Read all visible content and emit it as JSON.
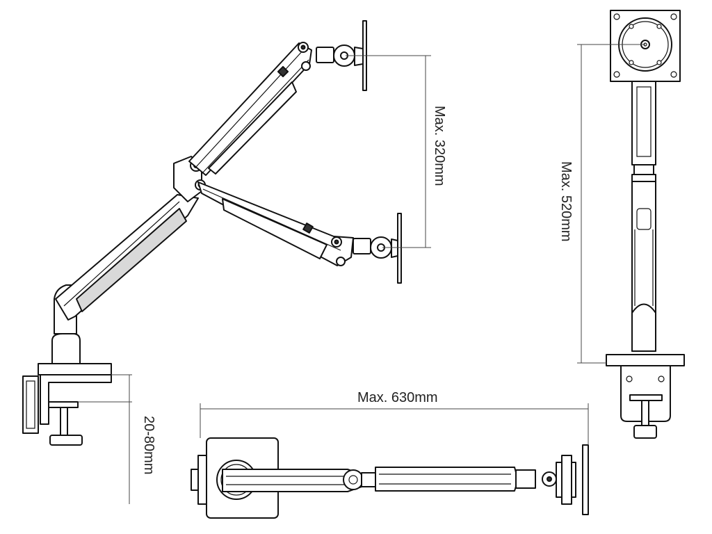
{
  "diagram": {
    "dimensions": {
      "tilt_height": "Max. 320mm",
      "total_height": "Max. 520mm",
      "desk_thickness": "20-80mm",
      "reach": "Max. 630mm"
    }
  },
  "colors": {
    "line": "#111111",
    "fill": "#ffffff",
    "shade": "#d9d9d9"
  }
}
